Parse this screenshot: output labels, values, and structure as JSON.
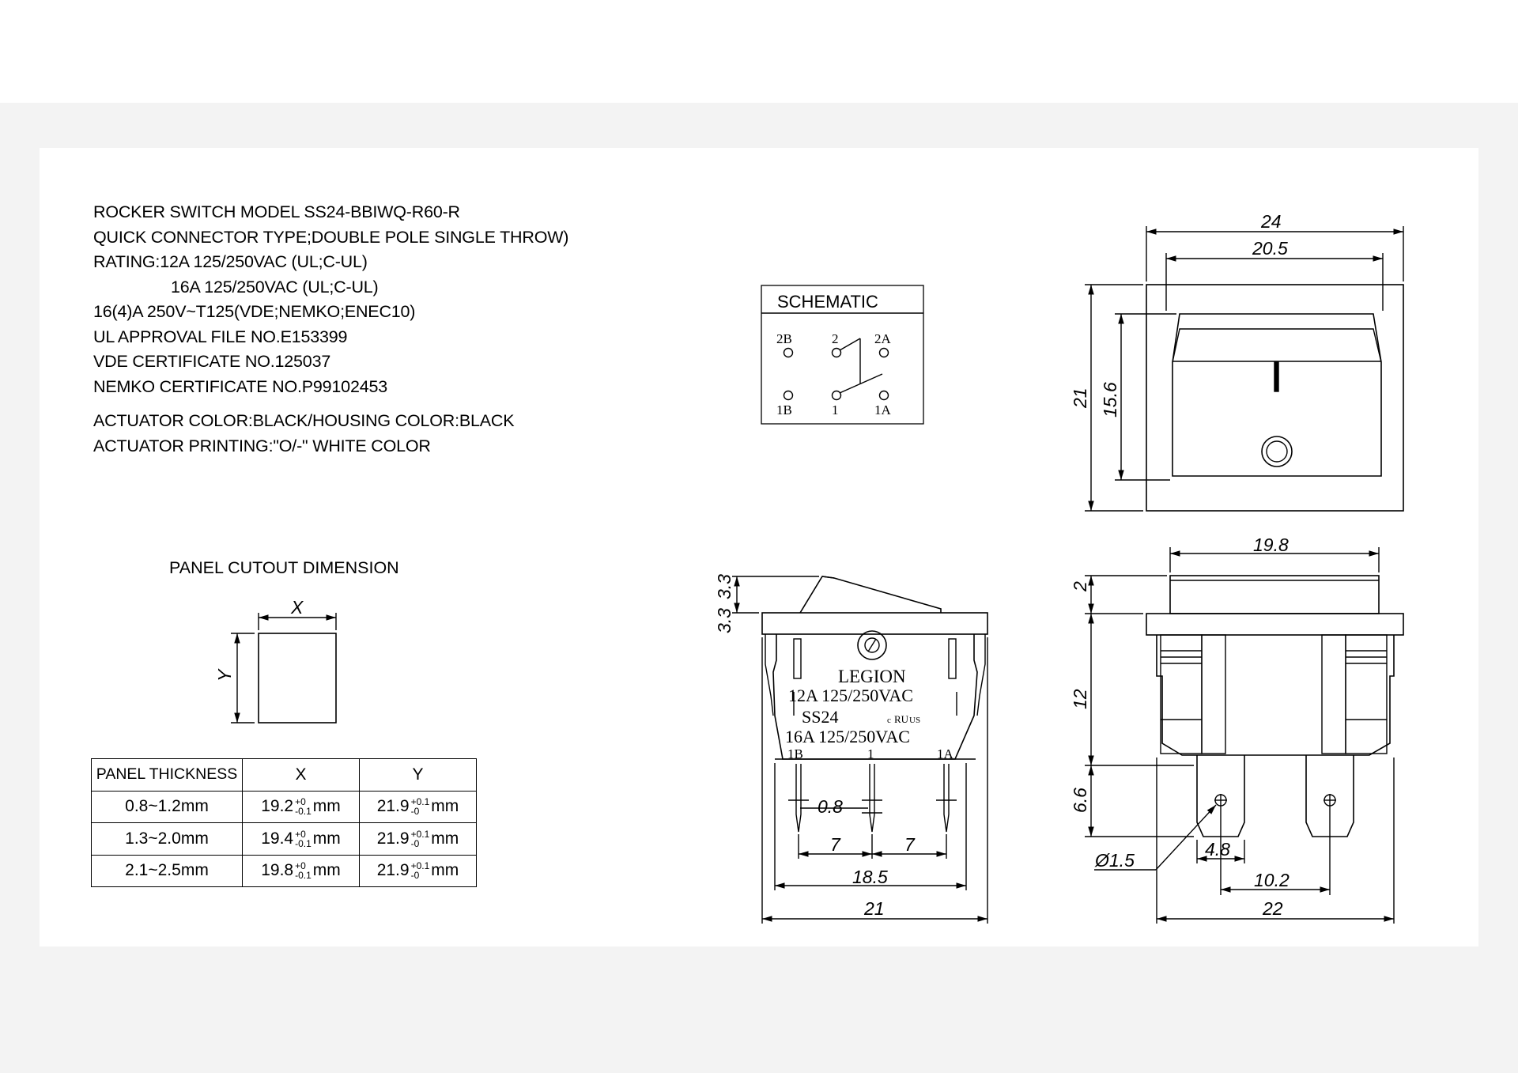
{
  "specs": {
    "model": "ROCKER SWITCH MODEL SS24-BBIWQ-R60-R",
    "connector": "QUICK CONNECTOR TYPE;DOUBLE POLE SINGLE THROW)",
    "rating_1": "RATING:12A 125/250VAC (UL;C-UL)",
    "rating_2": "16A 125/250VAC (UL;C-UL)",
    "rating_3": "16(4)A 250V~T125(VDE;NEMKO;ENEC10)",
    "ul_file": "UL APPROVAL FILE NO.E153399",
    "vde_cert": "VDE CERTIFICATE NO.125037",
    "nemko_cert": "NEMKO CERTIFICATE NO.P99102453",
    "color": "ACTUATOR COLOR:BLACK/HOUSING COLOR:BLACK",
    "printing": "ACTUATOR PRINTING:\"O/-\" WHITE COLOR"
  },
  "cutout": {
    "title": "PANEL CUTOUT DIMENSION",
    "x_label": "X",
    "y_label": "Y"
  },
  "thickness_table": {
    "headers": [
      "PANEL THICKNESS",
      "X",
      "Y"
    ],
    "rows": [
      {
        "thickness": "0.8~1.2mm",
        "x": "19.2",
        "x_plus": "+0",
        "x_minus": "-0.1",
        "x_unit": "mm",
        "y": "21.9",
        "y_plus": "+0.1",
        "y_minus": "-0",
        "y_unit": "mm"
      },
      {
        "thickness": "1.3~2.0mm",
        "x": "19.4",
        "x_plus": "+0",
        "x_minus": "-0.1",
        "x_unit": "mm",
        "y": "21.9",
        "y_plus": "+0.1",
        "y_minus": "-0",
        "y_unit": "mm"
      },
      {
        "thickness": "2.1~2.5mm",
        "x": "19.8",
        "x_plus": "+0",
        "x_minus": "-0.1",
        "x_unit": "mm",
        "y": "21.9",
        "y_plus": "+0.1",
        "y_minus": "-0",
        "y_unit": "mm"
      }
    ]
  },
  "schematic": {
    "title": "SCHEMATIC",
    "top_labels": [
      "2B",
      "2",
      "2A"
    ],
    "bottom_labels": [
      "1B",
      "1",
      "1A"
    ]
  },
  "front_view": {
    "width_outer": "24",
    "width_inner": "20.5",
    "height_outer": "21",
    "height_inner": "15.6",
    "on_symbol": "I"
  },
  "side_view": {
    "actuator_height": "3.3",
    "actuator_height_2": "3.3",
    "brand": "LEGION",
    "rating_line_1": "12A 125/250VAC",
    "model": "SS24",
    "cert_mark": "c",
    "cert_mark_ru": "RU",
    "cert_mark_us": "US",
    "rating_line_2": "16A 125/250VAC",
    "pin_labels": [
      "1B",
      "1",
      "1A"
    ],
    "pin_width": "0.8",
    "pin_pitch_1": "7",
    "pin_pitch_2": "7",
    "width_pins": "18.5",
    "width_total": "21"
  },
  "end_view": {
    "top_width": "19.8",
    "top_height": "2",
    "body_height": "12",
    "terminal_length": "6.6",
    "hole_diameter": "Ø1.5",
    "terminal_width": "4.8",
    "terminal_spacing": "10.2",
    "total_width": "22"
  },
  "colors": {
    "line": "#000000",
    "background_band": "#f3f3f3",
    "sheet": "#ffffff"
  }
}
